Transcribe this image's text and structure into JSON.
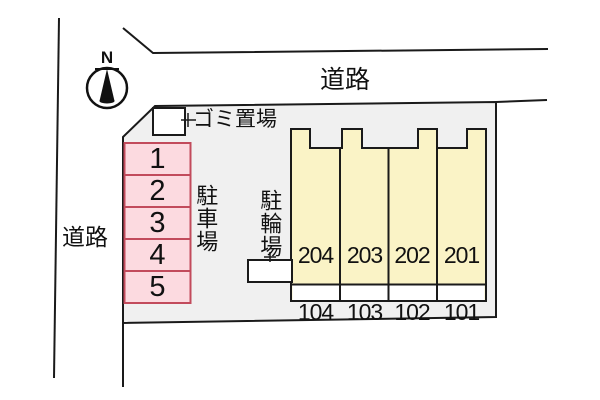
{
  "title": "site-layout-plan",
  "compass": {
    "north_label": "N"
  },
  "roads": {
    "top_label": "道路",
    "left_label": "道路"
  },
  "site": {
    "garbage_label": "ゴミ置場",
    "parking_area_label": "駐車場",
    "bicycle_area_label": "駐輪場",
    "parking_spaces": [
      "1",
      "2",
      "3",
      "4",
      "5"
    ],
    "building_units": [
      {
        "upper": "204",
        "lower": "104"
      },
      {
        "upper": "203",
        "lower": "103"
      },
      {
        "upper": "202",
        "lower": "102"
      },
      {
        "upper": "201",
        "lower": "101"
      }
    ]
  },
  "colors": {
    "line": "#1a1a1a",
    "site_fill": "#f0f0f0",
    "building_fill": "#faf3c6",
    "parking_fill": "#fcdae0",
    "parking_stroke": "#c24b5c"
  }
}
